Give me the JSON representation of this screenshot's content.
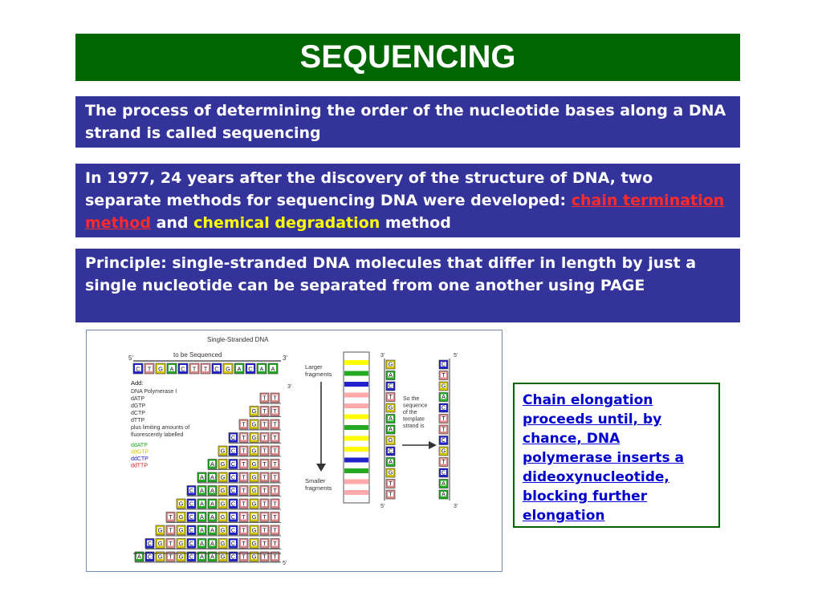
{
  "slide": {
    "title": "SEQUENCING",
    "definition": "The process of determining the order of the nucleotide bases along a DNA strand is called sequencing",
    "history": {
      "intro": "In 1977, 24 years after the discovery of the structure of DNA, two separate methods for sequencing DNA were developed:",
      "method1_first": "c",
      "method1_rest": "hain termination method",
      "connector": "and",
      "method2": "chemical degradation",
      "suffix": "method"
    },
    "principle": "Principle: single-stranded DNA molecules that differ in length by just a single nucleotide can be separated from one another using PAGE",
    "callout": "Chain elongation proceeds until, by chance, DNA polymerase inserts a dideoxynucleotide, blocking further elongation"
  },
  "figure": {
    "header_line1": "Single-Stranded DNA",
    "header_line2": "to be Sequenced",
    "five_prime": "5'",
    "three_prime": "3'",
    "template_sequence": [
      "C",
      "T",
      "G",
      "A",
      "C",
      "T",
      "T",
      "C",
      "G",
      "A",
      "C",
      "A",
      "A"
    ],
    "add_label": "Add:",
    "reagents": [
      "DNA Polymerase I",
      "dATP",
      "dGTP",
      "dCTP",
      "dTTP",
      "plus limiting amounts of",
      "fluorescently labelled"
    ],
    "dd_nucleotides": [
      {
        "label": "ddATP",
        "color": "#22aa22"
      },
      {
        "label": "ddGTP",
        "color": "#d4c400"
      },
      {
        "label": "ddCTP",
        "color": "#2222cc"
      },
      {
        "label": "ddTTP",
        "color": "#cc2222"
      }
    ],
    "fragments": [
      [
        "T",
        "T"
      ],
      [
        "G",
        "T",
        "T"
      ],
      [
        "T",
        "G",
        "T",
        "T"
      ],
      [
        "C",
        "T",
        "G",
        "T",
        "T"
      ],
      [
        "G",
        "C",
        "T",
        "G",
        "T",
        "T"
      ],
      [
        "A",
        "G",
        "C",
        "T",
        "G",
        "T",
        "T"
      ],
      [
        "A",
        "A",
        "G",
        "C",
        "T",
        "G",
        "T",
        "T"
      ],
      [
        "C",
        "A",
        "A",
        "G",
        "C",
        "T",
        "G",
        "T",
        "T"
      ],
      [
        "G",
        "C",
        "A",
        "A",
        "G",
        "C",
        "T",
        "G",
        "T",
        "T"
      ],
      [
        "T",
        "G",
        "C",
        "A",
        "A",
        "G",
        "C",
        "T",
        "G",
        "T",
        "T"
      ],
      [
        "G",
        "T",
        "G",
        "C",
        "A",
        "A",
        "G",
        "C",
        "T",
        "G",
        "T",
        "T"
      ],
      [
        "C",
        "G",
        "T",
        "G",
        "C",
        "A",
        "A",
        "G",
        "C",
        "T",
        "G",
        "T",
        "T"
      ],
      [
        "A",
        "C",
        "G",
        "T",
        "G",
        "C",
        "A",
        "A",
        "G",
        "C",
        "T",
        "G",
        "T",
        "T"
      ]
    ],
    "larger_label_1": "Larger",
    "larger_label_2": "fragments",
    "smaller_label_1": "Smaller",
    "smaller_label_2": "fragments",
    "gel_band_colors": [
      "#ffff00",
      "#22aa22",
      "#2222cc",
      "#ffaaaa",
      "#ffaaaa",
      "#ffff00",
      "#22aa22",
      "#ffff00",
      "#ffff00",
      "#2222cc",
      "#22aa22",
      "#ffaaaa",
      "#ffaaaa"
    ],
    "read_sequence": [
      "G",
      "A",
      "C",
      "T",
      "G",
      "A",
      "A",
      "G",
      "C",
      "A",
      "G",
      "T",
      "T"
    ],
    "complement_sequence": [
      "C",
      "T",
      "G",
      "A",
      "C",
      "T",
      "T",
      "C",
      "G",
      "T",
      "C",
      "A",
      "A"
    ],
    "so_the_lines": [
      "So the",
      "sequence",
      "of the",
      "template",
      "strand is"
    ],
    "base_colors": {
      "A": "#22aa22",
      "G": "#d4c400",
      "C": "#2222cc",
      "T": "#dd8888"
    }
  }
}
